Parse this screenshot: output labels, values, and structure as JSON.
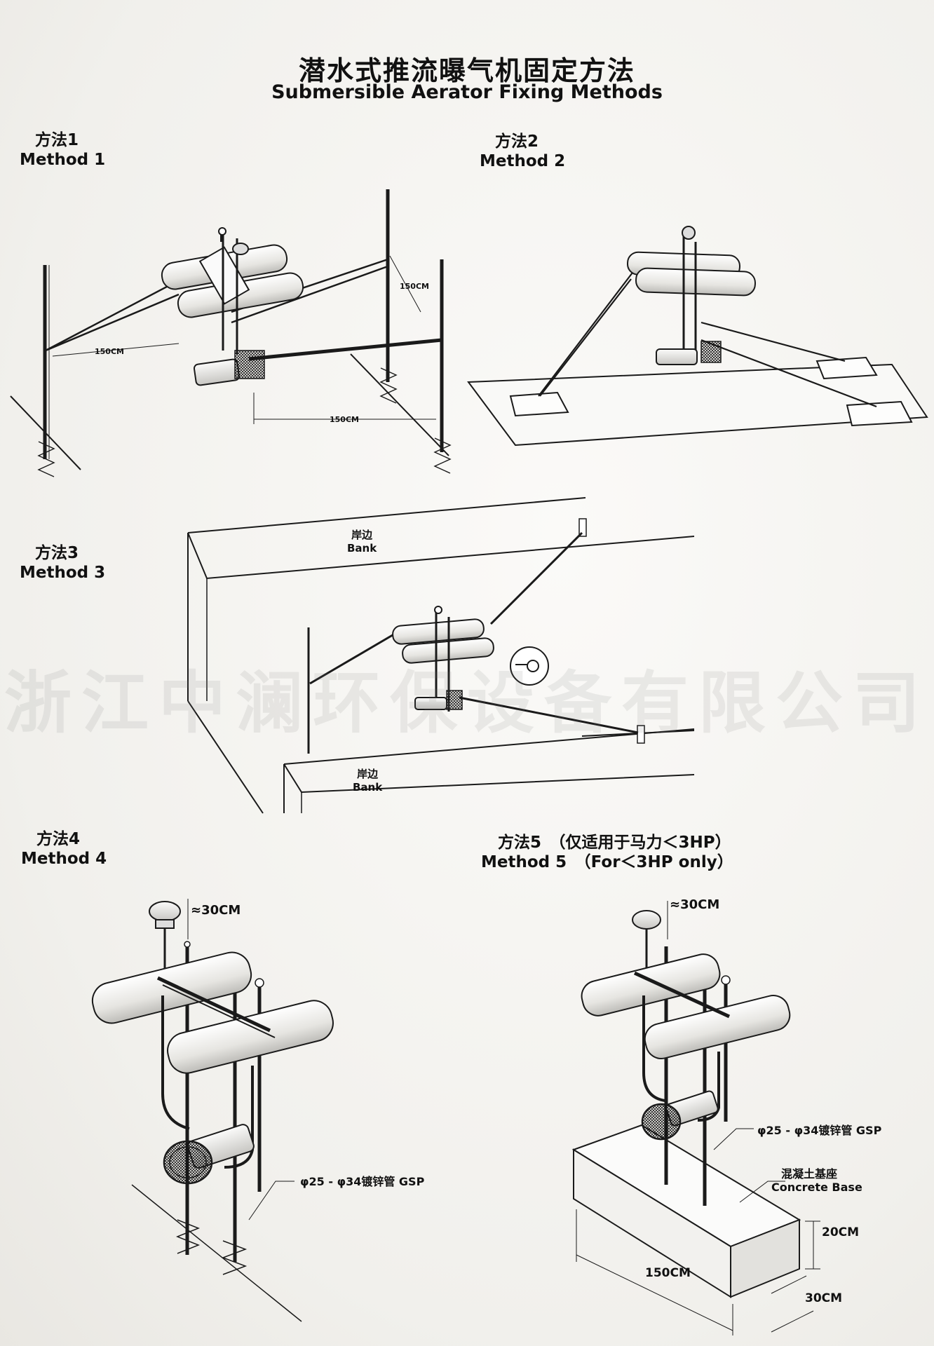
{
  "title": {
    "cn": "潜水式推流曝气机固定方法",
    "en": "Submersible Aerator Fixing Methods"
  },
  "methods": [
    {
      "cn": "方法1",
      "en": "Method 1"
    },
    {
      "cn": "方法2",
      "en": "Method 2"
    },
    {
      "cn": "方法3",
      "en": "Method 3"
    },
    {
      "cn": "方法4",
      "en": "Method 4"
    },
    {
      "cn": "方法5　（仅适用于马力＜3HP）",
      "en": "Method 5　（For＜3HP only）"
    }
  ],
  "method1": {
    "dim_left": "150CM",
    "dim_bottom": "150CM",
    "dim_right": "150CM"
  },
  "method3": {
    "bank_top": {
      "cn": "岸边",
      "en": "Bank"
    },
    "bank_bottom": {
      "cn": "岸边",
      "en": "Bank"
    }
  },
  "method4": {
    "depth": "≈30CM",
    "pipe": "φ25 - φ34镀锌管 GSP"
  },
  "method5": {
    "depth": "≈30CM",
    "pipe": "φ25 - φ34镀锌管 GSP",
    "base": {
      "cn": "混凝土基座",
      "en": "Concrete Base"
    },
    "height": "20CM",
    "length": "150CM",
    "width": "30CM"
  },
  "watermark": "浙江中澜环保设备有限公司",
  "colors": {
    "line": "#1a1a1a",
    "float": "#e9e8e4",
    "paper": "#f7f6f3"
  }
}
